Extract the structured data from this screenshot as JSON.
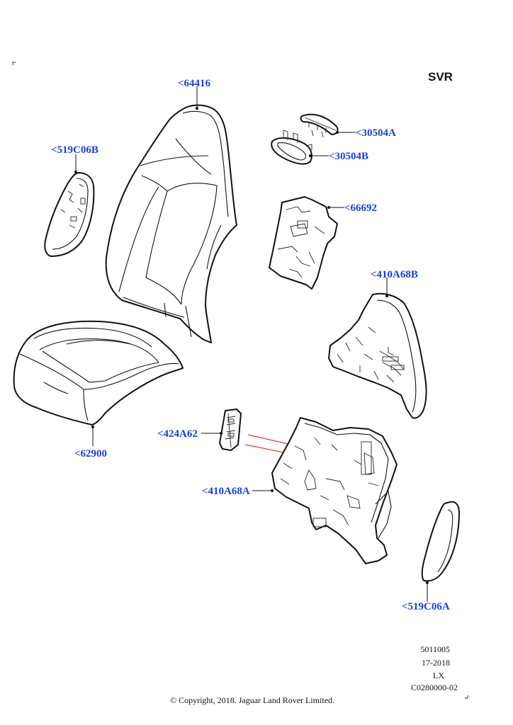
{
  "diagram": {
    "variant_badge": "SVR",
    "parts": [
      {
        "id": "64416",
        "label": "<64416"
      },
      {
        "id": "519C06B",
        "label": "<519C06B"
      },
      {
        "id": "30504A",
        "label": "<30504A"
      },
      {
        "id": "30504B",
        "label": "<30504B"
      },
      {
        "id": "66692",
        "label": "<66692"
      },
      {
        "id": "410A68B",
        "label": "<410A68B"
      },
      {
        "id": "62900",
        "label": "<62900"
      },
      {
        "id": "424A62",
        "label": "<424A62"
      },
      {
        "id": "410A68A",
        "label": "<410A68A"
      },
      {
        "id": "519C06A",
        "label": "<519C06A"
      }
    ],
    "reference": {
      "code": "5011005",
      "year_range": "17-2018",
      "model": "LX",
      "illustration_number": "C0280000-02"
    },
    "copyright": "© Copyright, 2018. Jaguar Land Rover Limited.",
    "colors": {
      "label_blue": "#1a3fd6",
      "line_black": "#111111",
      "leader_red": "#d01818"
    }
  }
}
